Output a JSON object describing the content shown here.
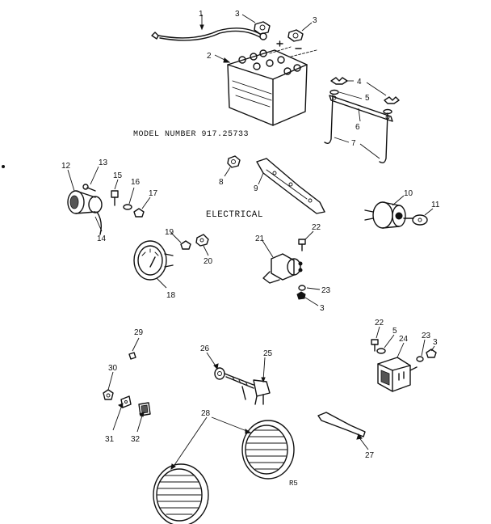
{
  "title": "ELECTRICAL",
  "model_number": "MODEL NUMBER 917.25733",
  "page_code": "R5",
  "callouts": {
    "c1": "1",
    "c2": "2",
    "c3a": "3",
    "c3b": "3",
    "c3c": "3",
    "c3d": "3",
    "c4": "4",
    "c5a": "5",
    "c5b": "5",
    "c6": "6",
    "c7": "7",
    "c8": "8",
    "c9": "9",
    "c10": "10",
    "c11": "11",
    "c12": "12",
    "c13": "13",
    "c14": "14",
    "c15": "15",
    "c16": "16",
    "c17": "17",
    "c18": "18",
    "c19": "19",
    "c20": "20",
    "c21": "21",
    "c22a": "22",
    "c22b": "22",
    "c23a": "23",
    "c23b": "23",
    "c24": "24",
    "c25": "25",
    "c26": "26",
    "c27": "27",
    "c28": "28",
    "c29": "29",
    "c30": "30",
    "c31": "31",
    "c32": "32"
  },
  "parts": [
    "battery-cable",
    "battery",
    "nut",
    "wing-nut",
    "washer",
    "hold-down-bar",
    "hold-down-rod",
    "bracket-nut",
    "mounting-bracket",
    "ignition-switch",
    "ignition-key",
    "light-socket",
    "screw",
    "lamp-bulb",
    "bolt",
    "lockwasher",
    "nut-small",
    "ammeter",
    "ammeter-nut",
    "ammeter-washer",
    "solenoid",
    "bolt-solenoid",
    "lockwasher-solenoid",
    "rectifier",
    "wiring-harness",
    "harness-connector",
    "tail-light-lens-bulb",
    "tail-light-socket",
    "reflector",
    "lamp",
    "headlight-lens",
    "retainer-clip"
  ]
}
